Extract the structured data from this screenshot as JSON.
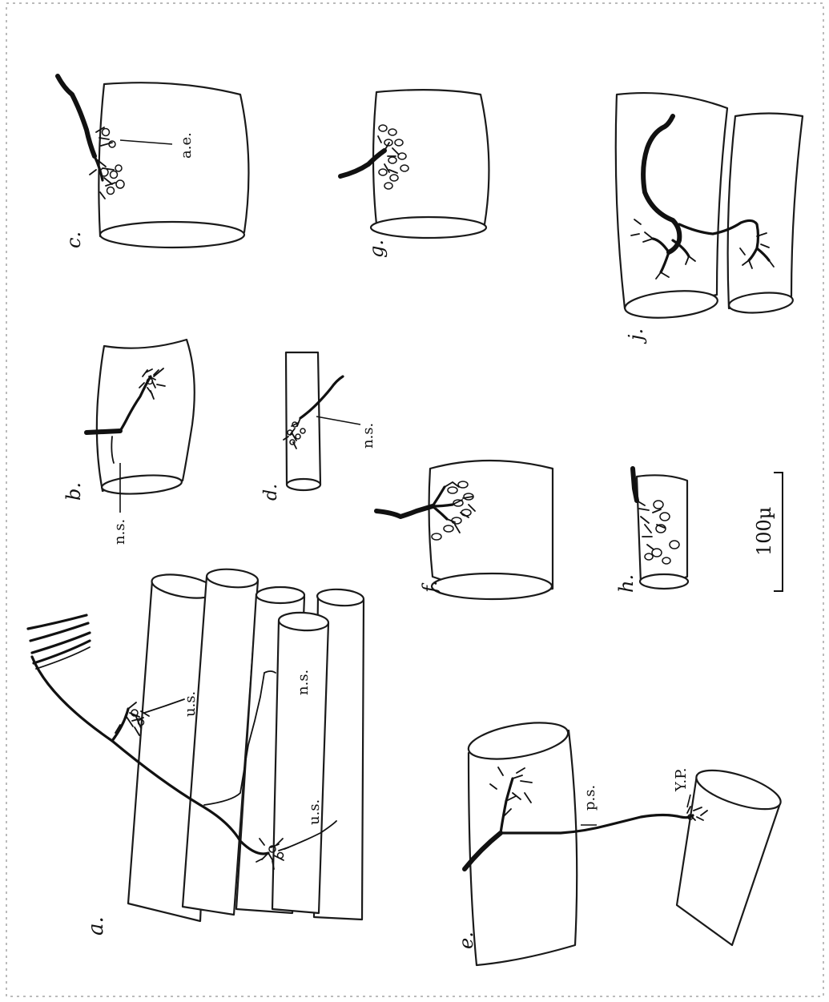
{
  "panels": {
    "a": {
      "label": "a.",
      "annotations": {
        "us_upper": "u.s.",
        "ns": "n.s.",
        "us_lower": "u.s."
      }
    },
    "b": {
      "label": "b.",
      "annotations": {
        "ns": "n.s."
      }
    },
    "c": {
      "label": "c.",
      "annotations": {
        "ae": "a.e."
      }
    },
    "d": {
      "label": "d.",
      "annotations": {
        "ns": "n.s."
      }
    },
    "e": {
      "label": "e.",
      "annotations": {
        "ps": "p.s.",
        "yp": "Y.P."
      }
    },
    "f": {
      "label": "f."
    },
    "g": {
      "label": "g."
    },
    "h": {
      "label": "h."
    },
    "j": {
      "label": "j."
    }
  },
  "scale_bar": {
    "label": "100µ"
  }
}
